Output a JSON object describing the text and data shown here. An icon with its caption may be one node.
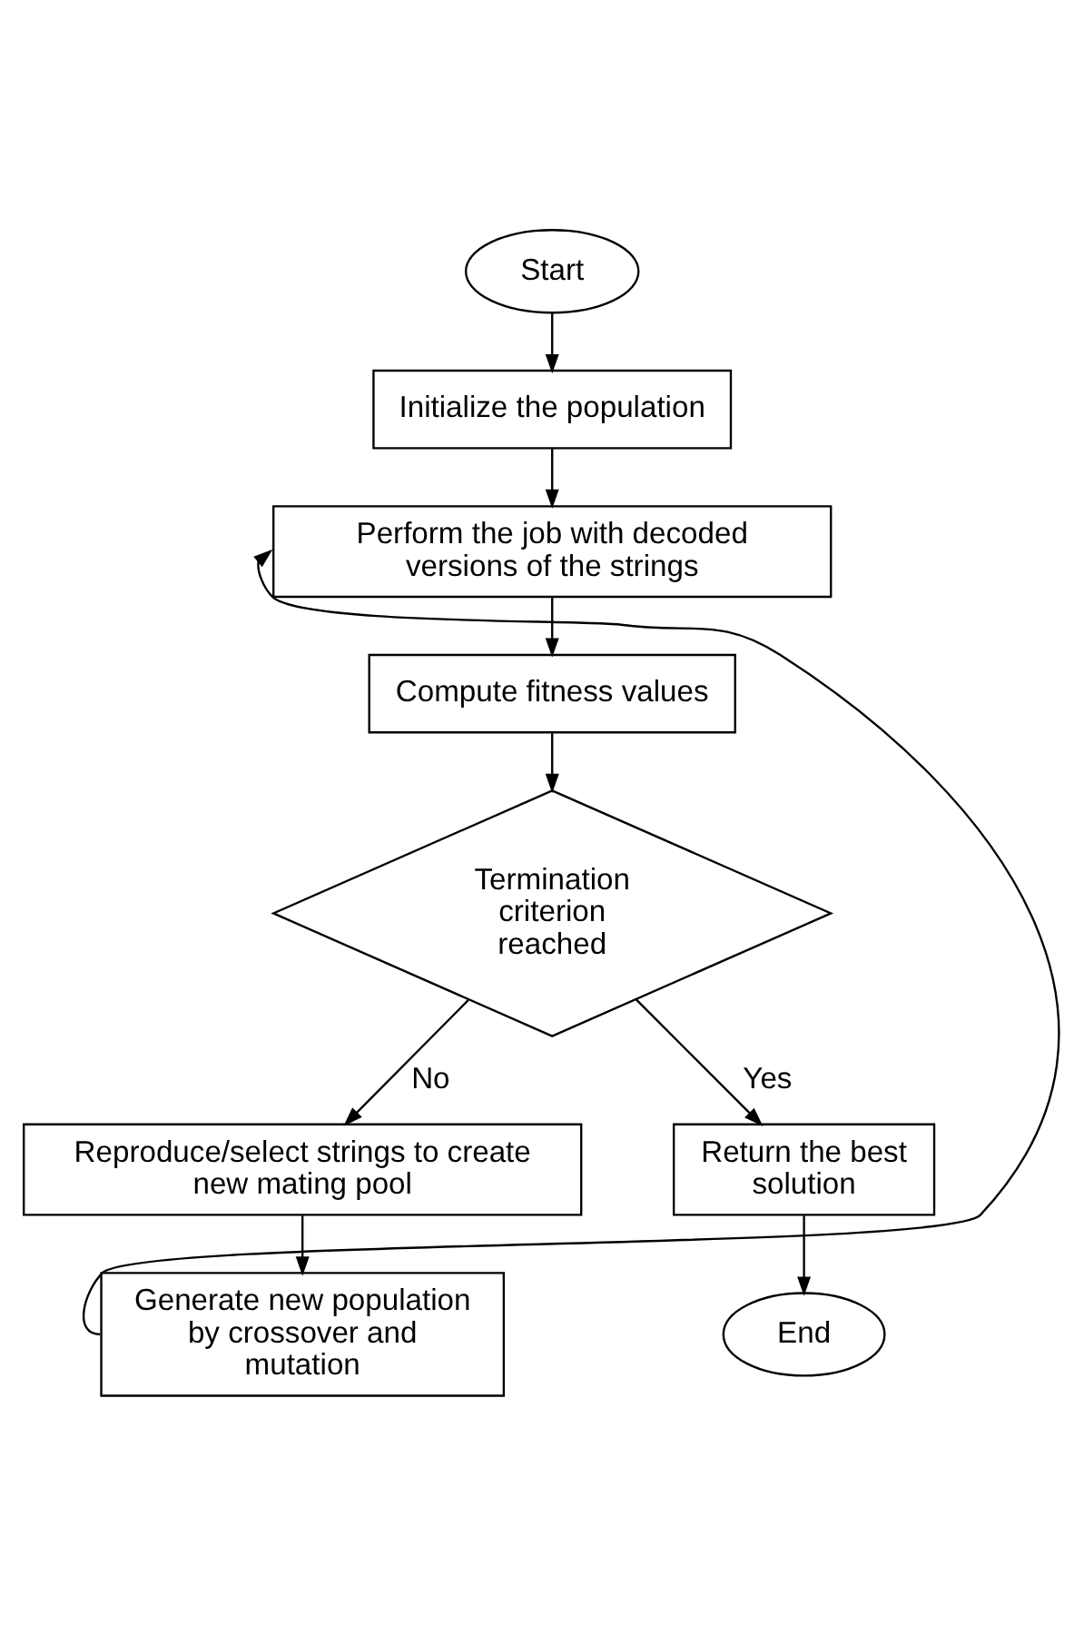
{
  "diagram": {
    "nodes": [
      {
        "text": [
          "Start"
        ]
      },
      {
        "text": [
          "Initialize the population"
        ]
      },
      {
        "text": [
          "Perform the job with decoded versions of the strings"
        ]
      },
      {
        "text": [
          "Compute fitness values"
        ]
      },
      {
        "text": [
          "Termination criterion reached"
        ]
      },
      {
        "text": [
          "Reproduce/select strings to create new mating pool"
        ]
      },
      {
        "text": [
          "Generate new population by crossover and mutation"
        ]
      },
      {
        "text": [
          "Return the best solution"
        ]
      },
      {
        "text": [
          "End"
        ]
      }
    ],
    "edges": [
      {
        "from": 0,
        "to": 1,
        "arrow": "to"
      },
      {
        "from": 1,
        "to": 2,
        "arrow": "to"
      },
      {
        "from": 2,
        "to": 3,
        "arrow": "to"
      },
      {
        "from": 3,
        "to": 4,
        "arrow": "to"
      },
      {
        "from": 4,
        "to": 5,
        "arrow": "to",
        "label": "No"
      },
      {
        "from": 5,
        "to": 6,
        "arrow": "to"
      },
      {
        "from": 6,
        "to": 2,
        "arrow": "to"
      },
      {
        "from": 4,
        "to": 7,
        "arrow": "to",
        "label": "Yes"
      },
      {
        "from": 7,
        "to": 8,
        "arrow": "to"
      }
    ]
  }
}
